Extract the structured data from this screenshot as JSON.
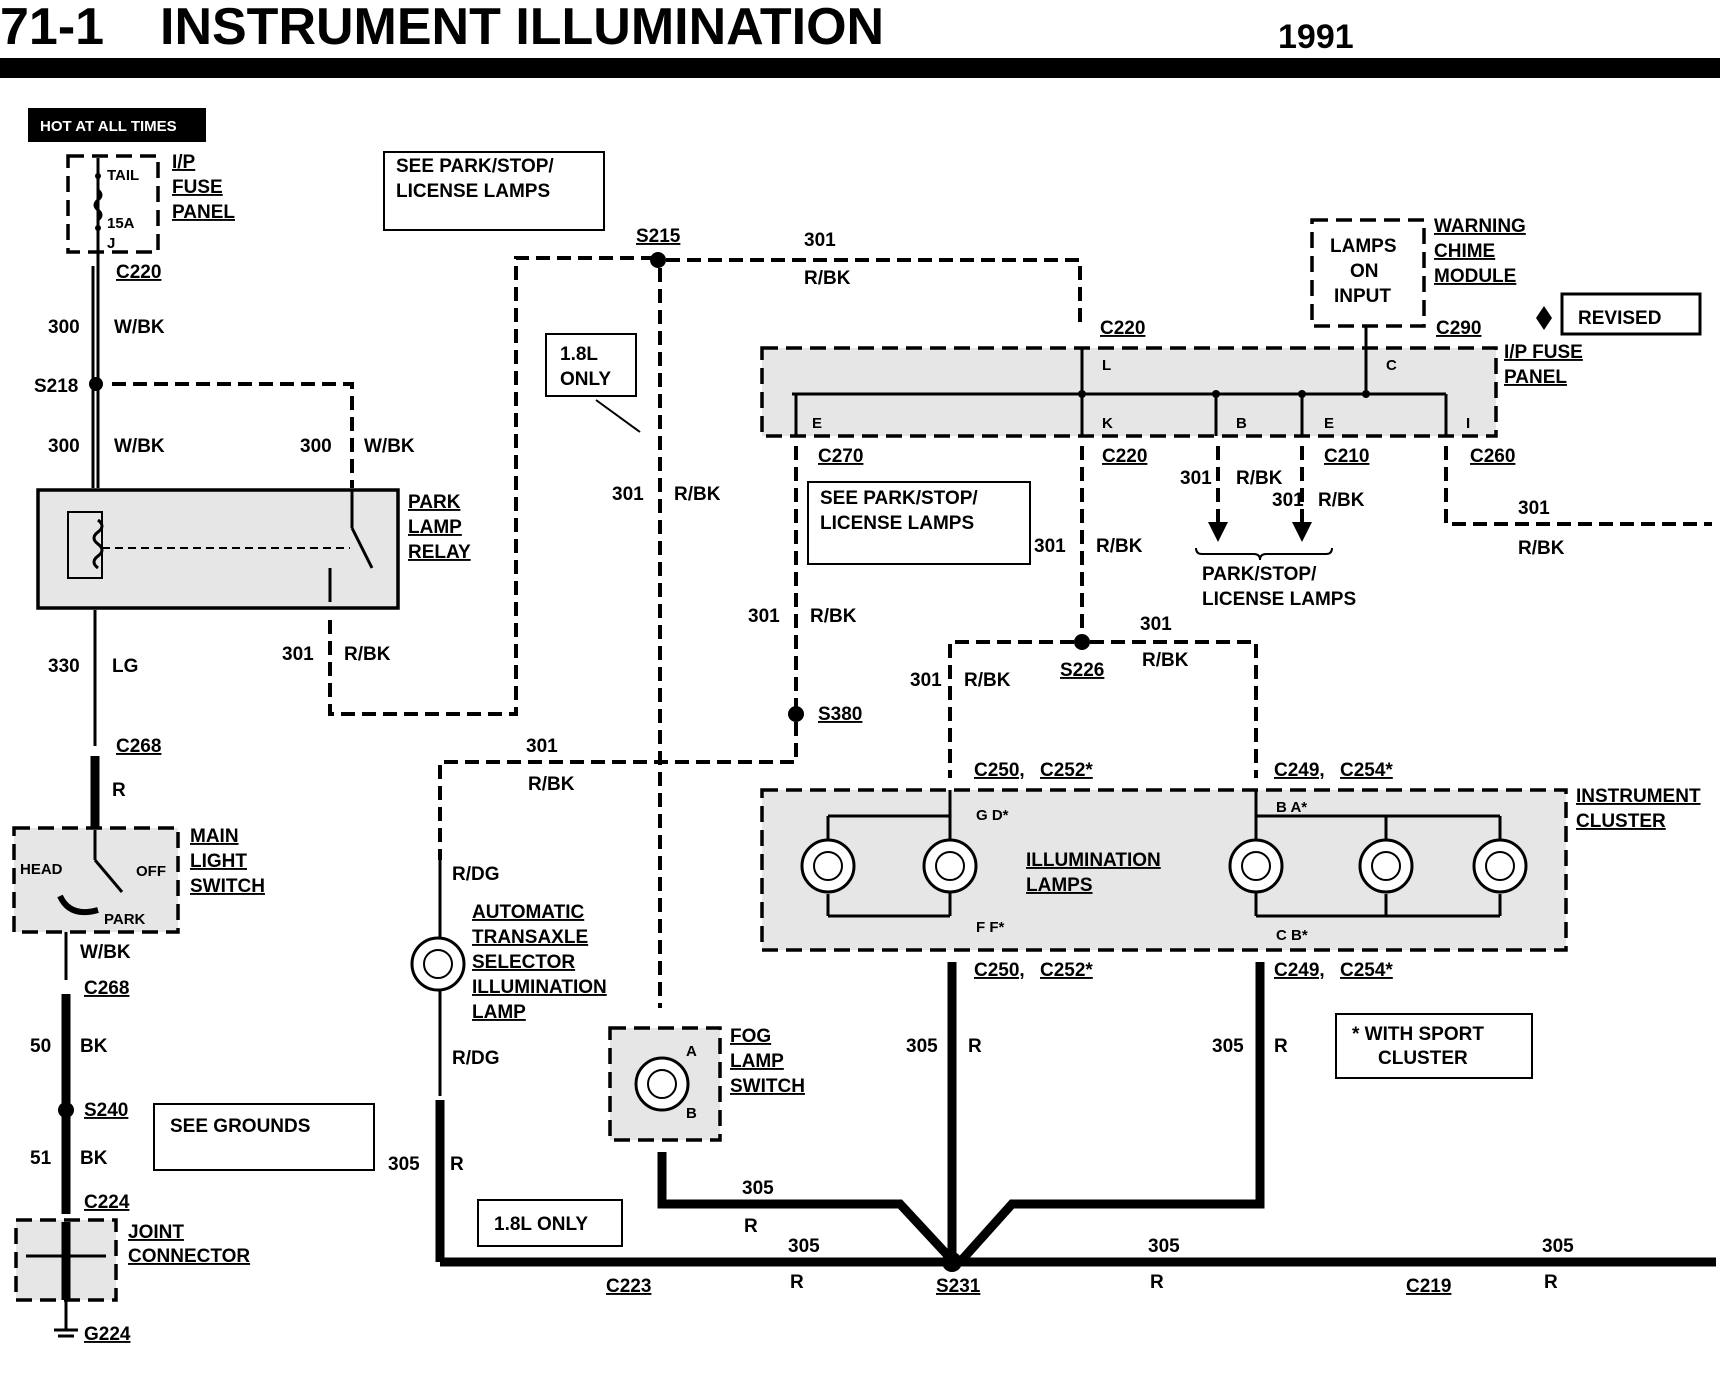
{
  "header": {
    "page_number": "71-1",
    "title": "INSTRUMENT ILLUMINATION",
    "year": "1991"
  },
  "badges": {
    "hot": "HOT AT ALL TIMES",
    "revised": "REVISED"
  },
  "notes": {
    "see_park_1": [
      "SEE PARK/STOP/",
      "LICENSE LAMPS"
    ],
    "see_park_2": [
      "SEE PARK/STOP/",
      "LICENSE LAMPS"
    ],
    "only_1": [
      "1.8L",
      "ONLY"
    ],
    "only_2": "1.8L ONLY",
    "see_grounds": "SEE GROUNDS",
    "sport": [
      "* WITH SPORT",
      "CLUSTER"
    ]
  },
  "components": {
    "fuse_panel_left": [
      "I/P",
      "FUSE",
      "PANEL"
    ],
    "fuse_tail": "TAIL",
    "fuse_rating": "15A",
    "fuse_pin": "J",
    "relay": [
      "PARK",
      "LAMP",
      "RELAY"
    ],
    "switch": [
      "MAIN",
      "LIGHT",
      "SWITCH"
    ],
    "switch_head": "HEAD",
    "switch_off": "OFF",
    "switch_park": "PARK",
    "joint": [
      "JOINT",
      "CONNECTOR"
    ],
    "chime_box": [
      "LAMPS",
      "ON",
      "INPUT"
    ],
    "chime": [
      "WARNING",
      "CHIME",
      "MODULE"
    ],
    "fuse_panel_right": [
      "I/P FUSE",
      "PANEL"
    ],
    "park_lamps": [
      "PARK/STOP/",
      "LICENSE LAMPS"
    ],
    "cluster": [
      "INSTRUMENT",
      "CLUSTER"
    ],
    "illum": [
      "ILLUMINATION",
      "LAMPS"
    ],
    "transaxle": [
      "AUTOMATIC",
      "TRANSAXLE",
      "SELECTOR",
      "ILLUMINATION",
      "LAMP"
    ],
    "fog": [
      "FOG",
      "LAMP",
      "SWITCH"
    ]
  },
  "connectors": {
    "c220_a": "C220",
    "c220_b": "C220",
    "c220_c": "C220",
    "c290": "C290",
    "c270": "C270",
    "c210": "C210",
    "c260": "C260",
    "c268_a": "C268",
    "c268_b": "C268",
    "c224": "C224",
    "g224": "G224",
    "c250_top": "C250,",
    "c252_top": "C252*",
    "c249_top": "C249,",
    "c254_top": "C254*",
    "c250_bot": "C250,",
    "c252_bot": "C252*",
    "c249_bot": "C249,",
    "c254_bot": "C254*",
    "c223": "C223",
    "c219": "C219"
  },
  "splices": {
    "s215": "S215",
    "s218": "S218",
    "s226": "S226",
    "s380": "S380",
    "s240": "S240",
    "s231": "S231"
  },
  "pins": {
    "l": "L",
    "k": "K",
    "e1": "E",
    "b": "B",
    "e2": "E",
    "i": "I",
    "c": "C",
    "gd": "G  D*",
    "ff": "F  F*",
    "ba": "B  A*",
    "cb": "C  B*",
    "fog_a": "A",
    "fog_b": "B"
  },
  "wires": {
    "w300_1": "300",
    "wbk_1": "W/BK",
    "w300_2": "300",
    "wbk_2": "W/BK",
    "w300_3": "300",
    "wbk_3": "W/BK",
    "w301_top": "301",
    "rbk_top": "R/BK",
    "w301_relay": "301",
    "rbk_relay": "R/BK",
    "w330": "330",
    "lg": "LG",
    "r_switch": "R",
    "wbk_switch": "W/BK",
    "w50": "50",
    "bk_50": "BK",
    "w51": "51",
    "bk_51": "BK",
    "w301_mid": "301",
    "rbk_mid": "R/BK",
    "w301_270": "301",
    "rbk_270": "R/BK",
    "w301_k": "301",
    "rbk_k": "R/BK",
    "w301_b": "301",
    "rbk_b": "R/BK",
    "w301_e": "301",
    "rbk_e": "R/BK",
    "w301_i": "301",
    "rbk_i": "R/BK",
    "w301_s226l": "301",
    "rbk_s226l": "R/BK",
    "w301_s226r": "301",
    "rbk_s226r": "R/BK",
    "w301_trans": "301",
    "rbk_trans": "R/BK",
    "rdg_1": "R/DG",
    "rdg_2": "R/DG",
    "w305_trans": "305",
    "r_trans": "R",
    "w305_cl": "305",
    "r_cl": "R",
    "w305_cr": "305",
    "r_cr": "R",
    "w305_fog": "305",
    "r_fog": "R",
    "w305_b1": "305",
    "r_b1": "R",
    "w305_b2": "305",
    "r_b2": "R",
    "w305_b3": "305",
    "r_b3": "R"
  }
}
